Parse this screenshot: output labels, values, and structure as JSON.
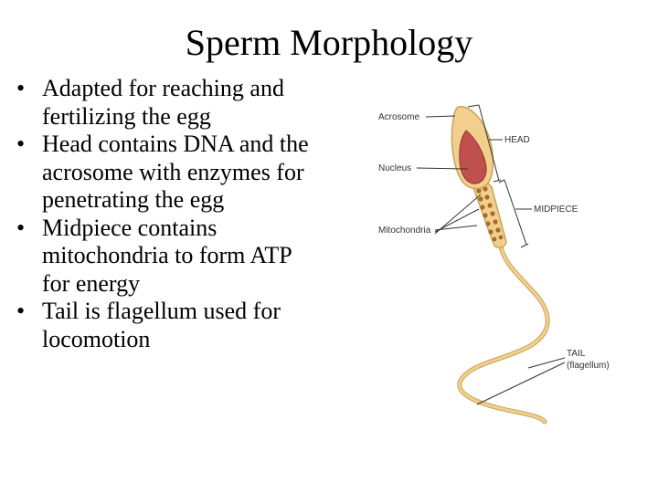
{
  "title": "Sperm Morphology",
  "bullets": [
    {
      "text": "Adapted for reaching and fertilizing the egg"
    },
    {
      "text": "Head contains DNA and the acrosome with enzymes for penetrating the egg"
    },
    {
      "text": "Midpiece contains mitochondria to form ATP for energy"
    },
    {
      "text": "Tail is flagellum used for locomotion"
    }
  ],
  "diagram": {
    "labels": {
      "acrosome": "Acrosome",
      "nucleus": "Nucleus",
      "mitochondria": "Mitochondria",
      "head": "HEAD",
      "midpiece": "MIDPIECE",
      "tail_line1": "TAIL",
      "tail_line2": "(flagellum)"
    },
    "colors": {
      "cell_body": "#f3cf8e",
      "cell_outline": "#c9a35a",
      "nucleus": "#c0504d",
      "mitochondria": "#a86a2a"
    }
  }
}
